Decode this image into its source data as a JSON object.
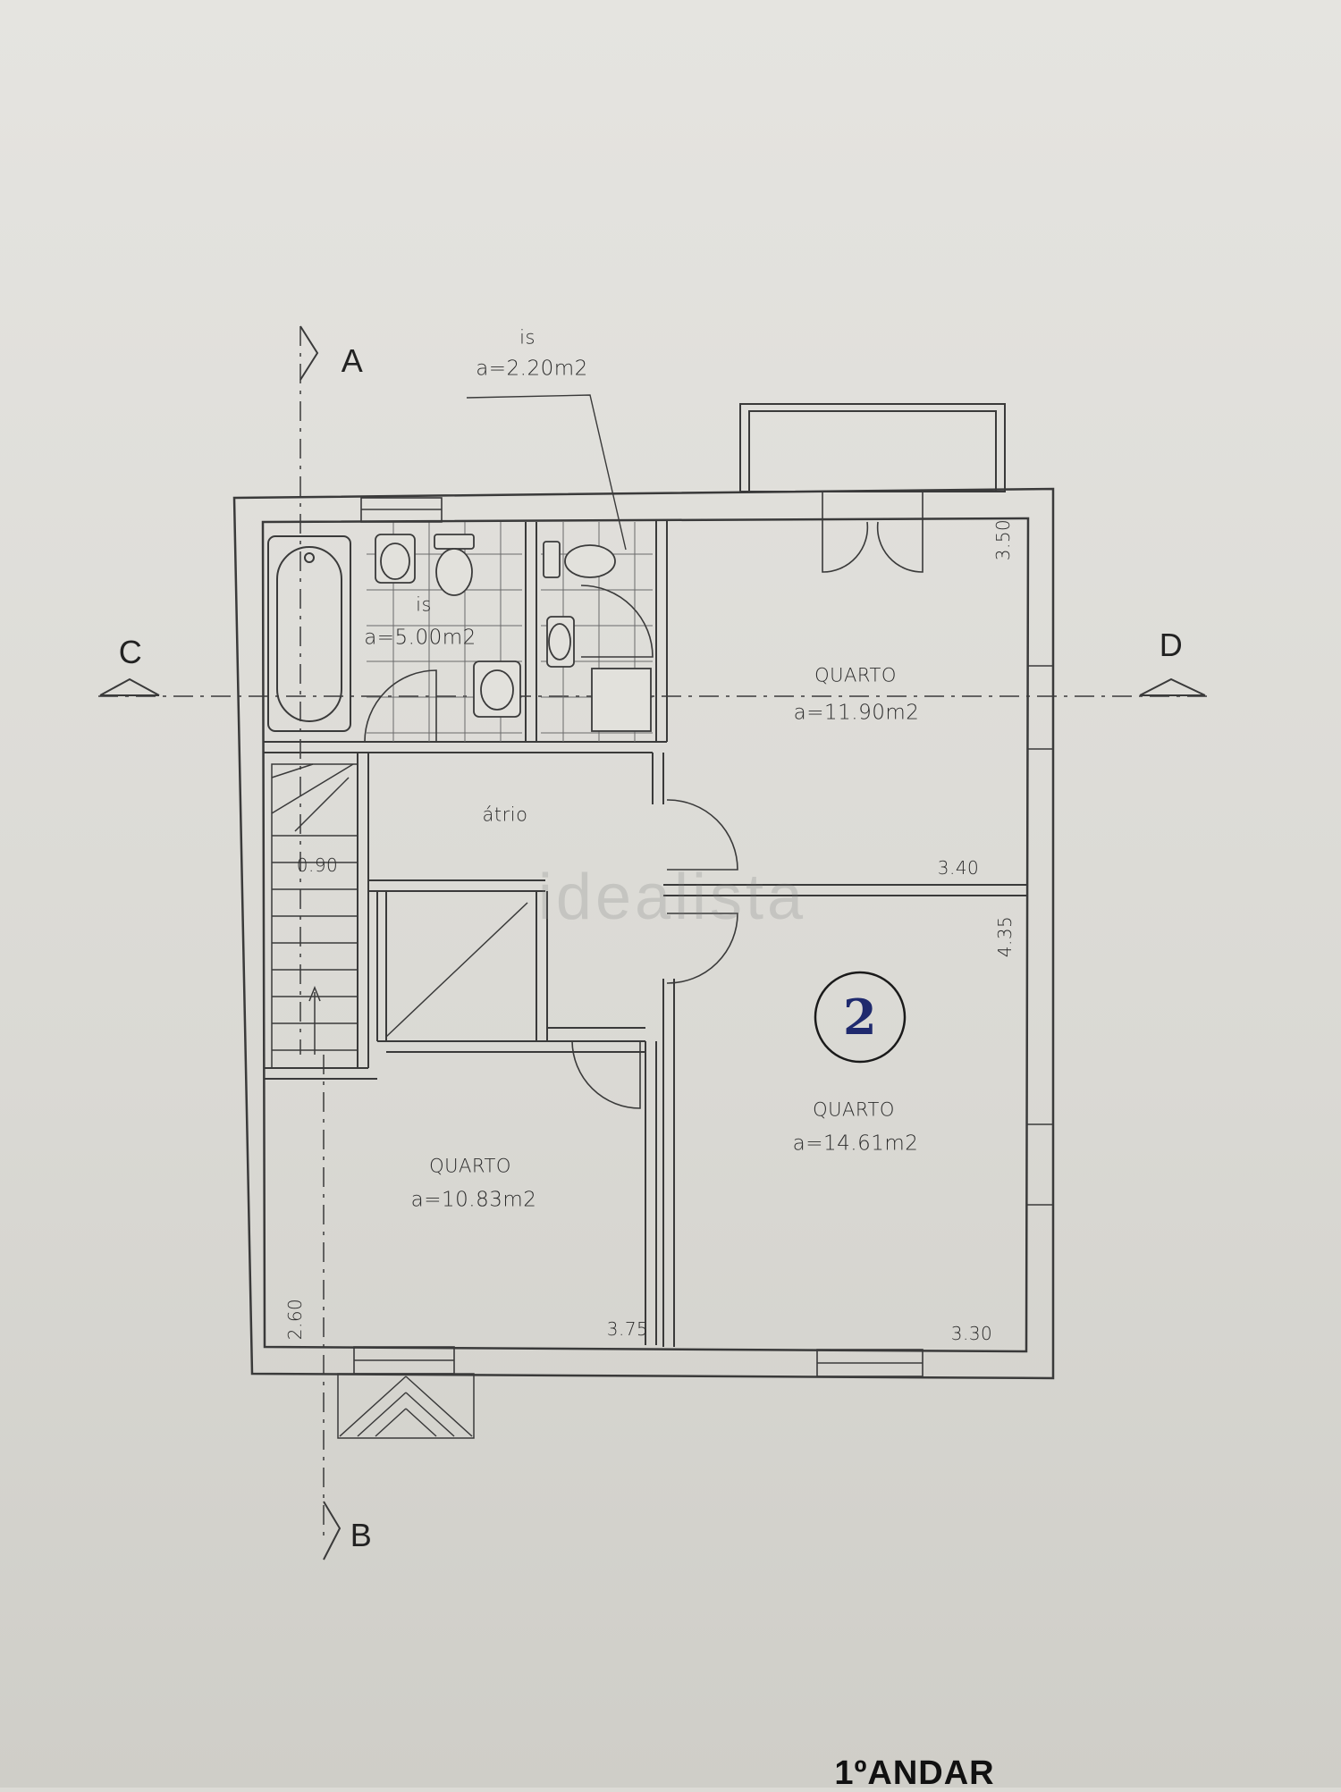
{
  "sections": {
    "a": "A",
    "b": "B",
    "c": "C",
    "d": "D"
  },
  "rooms": {
    "bath_small": {
      "name": "is",
      "area": "a=2.20m2"
    },
    "bath_main": {
      "name": "is",
      "area": "a=5.00m2"
    },
    "atrio": {
      "name": "átrio"
    },
    "quarto_ne": {
      "name": "QUARTO",
      "area": "a=11.90m2"
    },
    "quarto_se": {
      "name": "QUARTO",
      "area": "a=14.61m2"
    },
    "quarto_sw": {
      "name": "QUARTO",
      "area": "a=10.83m2"
    }
  },
  "dimensions": {
    "ne_vertical": "3.50",
    "ne_horizontal": "3.40",
    "se_vertical": "4.35",
    "se_horizontal": "3.30",
    "sw_vertical": "2.60",
    "sw_horizontal": "3.75",
    "stair_width": "0.90"
  },
  "unit_number": "2",
  "watermark": "idealista",
  "floor_label": "1ºANDAR",
  "colors": {
    "paper": "#dcdbd6",
    "ink": "#2c2c2c",
    "badge": "#1f2a6e"
  }
}
